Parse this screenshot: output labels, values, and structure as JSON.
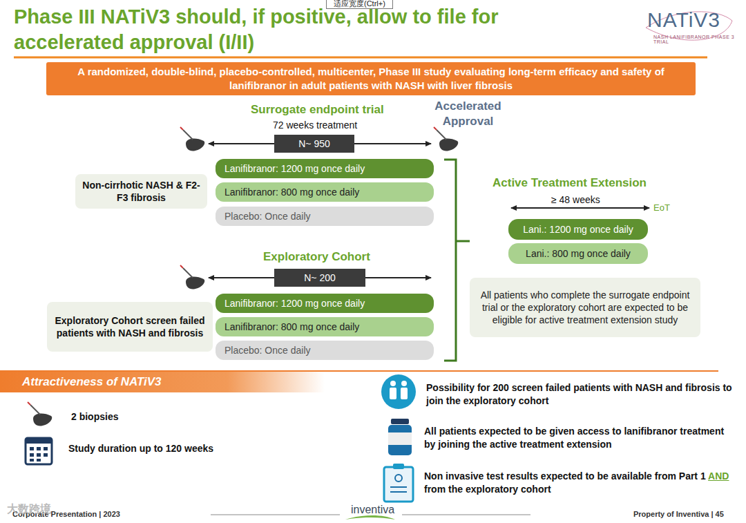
{
  "diagram": {
    "title": "Phase III NATiV3 should, if positive, allow to file for accelerated approval (I/II)",
    "nodes": [
      {
        "text": [
          "A randomized, double-blind, placebo-controlled, multicenter, Phase III study evaluating long-term efficacy and safety of lanifibranor in adult patients with NASH with liver fibrosis"
        ]
      },
      {
        "text": [
          "N~ 950"
        ]
      },
      {
        "text": [
          "Lanifibranor: 1200 mg once daily"
        ]
      },
      {
        "text": [
          "Lanifibranor: 800 mg once daily"
        ]
      },
      {
        "text": [
          "Placebo: Once daily"
        ]
      },
      {
        "text": [
          "Non-cirrhotic NASH & F2-F3 fibrosis"
        ]
      },
      {
        "text": [
          "N~ 200"
        ]
      },
      {
        "text": [
          "Lanifibranor: 1200 mg once daily"
        ]
      },
      {
        "text": [
          "Lanifibranor: 800 mg once daily"
        ]
      },
      {
        "text": [
          "Placebo: Once daily"
        ]
      },
      {
        "text": [
          "Exploratory Cohort screen failed patients with NASH and fibrosis"
        ]
      },
      {
        "text": [
          "Lani.: 1200 mg once daily"
        ]
      },
      {
        "text": [
          "Lani.: 800 mg once daily"
        ]
      },
      {
        "text": [
          "All patients who complete the surrogate endpoint trial or the exploratory cohort are expected to be eligible for active treatment extension study"
        ]
      },
      {
        "text": [
          "Attractiveness of NATiV3"
        ]
      }
    ],
    "labels": [
      "NATiV3",
      "NASH LANIFIBRANOR PHASE 3 TRIAL",
      "适应宽度(Ctrl+)",
      "Surrogate endpoint trial",
      "72 weeks treatment",
      "Accelerated Approval",
      "Exploratory Cohort",
      "Active Treatment Extension",
      "≥ 48 weeks",
      "EoT",
      "2 biopsies",
      "Study duration up to 120 weeks",
      "Possibility for 200 screen failed patients with NASH and fibrosis to join the exploratory cohort",
      "All patients expected to be given access to lanifibranor treatment by joining the active treatment extension",
      "Non invasive test results expected to be available from Part 1",
      "AND",
      "from the exploratory cohort",
      "Corporate Presentation | 2023",
      "inventiva",
      "Property of Inventiva | 45",
      "大数跨境"
    ]
  }
}
